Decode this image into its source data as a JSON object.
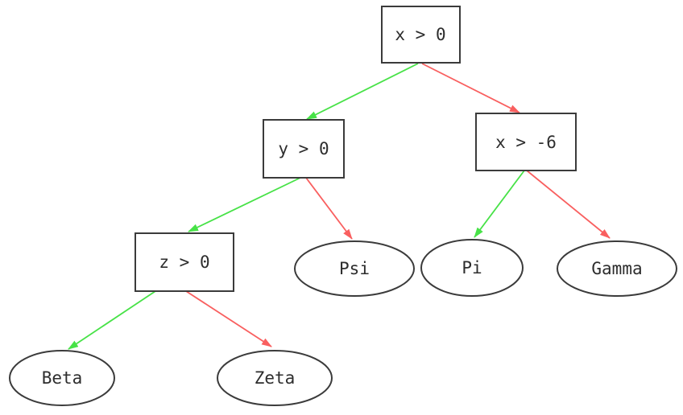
{
  "diagram": {
    "type": "decision-tree",
    "colors": {
      "true_branch": "#47e247",
      "false_branch": "#f95f5f",
      "node_border": "#3b3b3b",
      "node_fill": "#ffffff",
      "text": "#2d2d2d",
      "background": "#ffffff"
    },
    "nodes": {
      "root": {
        "label": "x > 0",
        "shape": "rect",
        "role": "decision"
      },
      "y_gt_0": {
        "label": "y > 0",
        "shape": "rect",
        "role": "decision"
      },
      "x_gt_neg6": {
        "label": "x > -6",
        "shape": "rect",
        "role": "decision"
      },
      "z_gt_0": {
        "label": "z > 0",
        "shape": "rect",
        "role": "decision"
      },
      "psi": {
        "label": "Psi",
        "shape": "ellipse",
        "role": "leaf"
      },
      "pi": {
        "label": "Pi",
        "shape": "ellipse",
        "role": "leaf"
      },
      "gamma": {
        "label": "Gamma",
        "shape": "ellipse",
        "role": "leaf"
      },
      "beta": {
        "label": "Beta",
        "shape": "ellipse",
        "role": "leaf"
      },
      "zeta": {
        "label": "Zeta",
        "shape": "ellipse",
        "role": "leaf"
      }
    },
    "edges": [
      {
        "from": "x > 0",
        "to": "y > 0",
        "branch": "true"
      },
      {
        "from": "x > 0",
        "to": "x > -6",
        "branch": "false"
      },
      {
        "from": "y > 0",
        "to": "z > 0",
        "branch": "true"
      },
      {
        "from": "y > 0",
        "to": "Psi",
        "branch": "false"
      },
      {
        "from": "z > 0",
        "to": "Beta",
        "branch": "true"
      },
      {
        "from": "z > 0",
        "to": "Zeta",
        "branch": "false"
      },
      {
        "from": "x > -6",
        "to": "Pi",
        "branch": "true"
      },
      {
        "from": "x > -6",
        "to": "Gamma",
        "branch": "false"
      }
    ]
  }
}
